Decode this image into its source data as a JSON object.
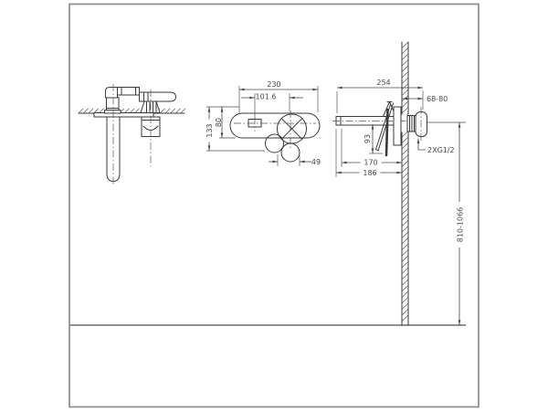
{
  "drawing": {
    "type": "faucet installation dimension drawing",
    "dimensions": {
      "plate_width": "230",
      "spout_center_offset": "101.6",
      "plate_height": "80",
      "body_height": "133",
      "handle_width": "49",
      "overall_depth": "254",
      "concealed_depth": "68-80",
      "lever_drop": "93",
      "spout_reach": "170",
      "overall_reach": "186",
      "connection_thread": "2XG1/2",
      "install_height": "810-1066"
    }
  },
  "colors": {
    "line": "#3a3a3a",
    "dimension": "#4a4a4a",
    "centerline": "#555555",
    "frame": "#909090",
    "floor": "#909090",
    "background": "#ffffff"
  }
}
